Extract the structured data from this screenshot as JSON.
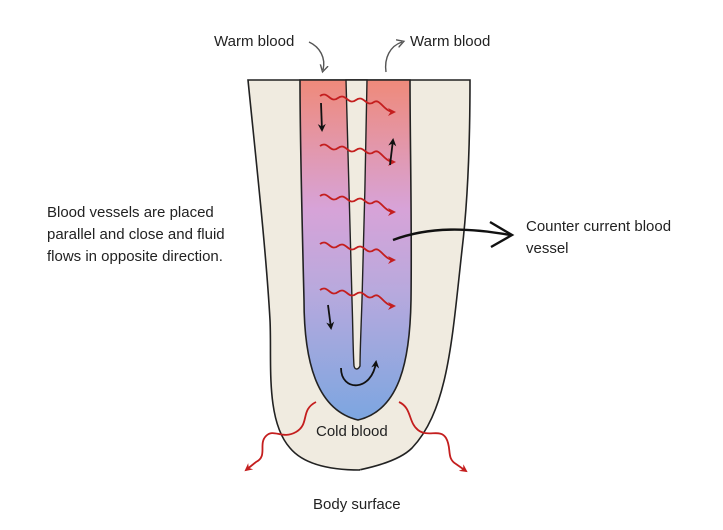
{
  "labels": {
    "warm_in": "Warm blood",
    "warm_out": "Warm blood",
    "description": "Blood vessels are placed parallel and close and fluid flows in opposite direction.",
    "counter_current": "Counter current blood vessel",
    "cold": "Cold blood",
    "surface": "Body surface"
  },
  "colors": {
    "warm": "#ef8a7a",
    "mid": "#d7a3d8",
    "cold": "#7ca6e0",
    "tissue": "#f0ebe0",
    "outline": "#222222",
    "heat_arrow": "#c41e1e"
  },
  "icons": [
    "down-arrow-icon",
    "up-arrow-icon",
    "curved-arrow-icon",
    "heat-wave-arrow-icon"
  ]
}
